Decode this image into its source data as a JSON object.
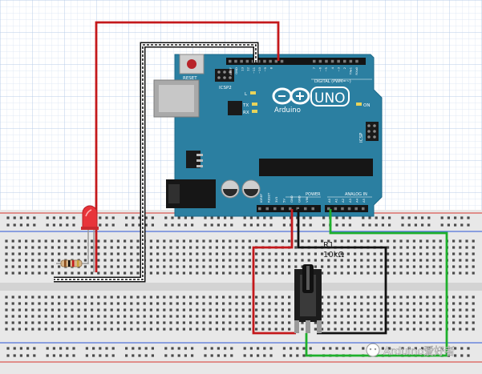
{
  "board": {
    "reset_label": "RESET",
    "icsp2_label": "ICSP2",
    "icsp_label": "ICSP",
    "l_label": "L",
    "tx_label": "TX",
    "rx_label": "RX",
    "on_label": "ON",
    "brand_label": "Arduino",
    "model_label": "UNO",
    "digital_label": "DIGITAL (PWM=~)",
    "power_label": "POWER",
    "analog_label": "ANALOG IN",
    "power_pins": [
      "IOREF",
      "RESET",
      "3V3",
      "5V",
      "GND",
      "GND",
      "VIN"
    ],
    "analog_pins": [
      "A0",
      "A1",
      "A2",
      "A3",
      "A4",
      "A5"
    ],
    "digital_pins": [
      "AREF",
      "GND",
      "13",
      "12",
      "~11",
      "~10",
      "~9",
      "8",
      "7",
      "~6",
      "~5",
      "4",
      "~3",
      "2",
      "TX▸1",
      "RX◂0"
    ]
  },
  "potentiometer": {
    "ref": "R1",
    "value": "10kΩ"
  },
  "watermark": {
    "text": "Arduino爱好者"
  },
  "colors": {
    "board": "#2b7fa1",
    "board_dark": "#1f6a88",
    "wire_red": "#c4181b",
    "wire_black": "#111111",
    "wire_green": "#1eb02c",
    "led": "#e8343a",
    "breadboard": "#e9e9e9",
    "rail_red": "#d9342b",
    "rail_blue": "#2a55d6"
  }
}
